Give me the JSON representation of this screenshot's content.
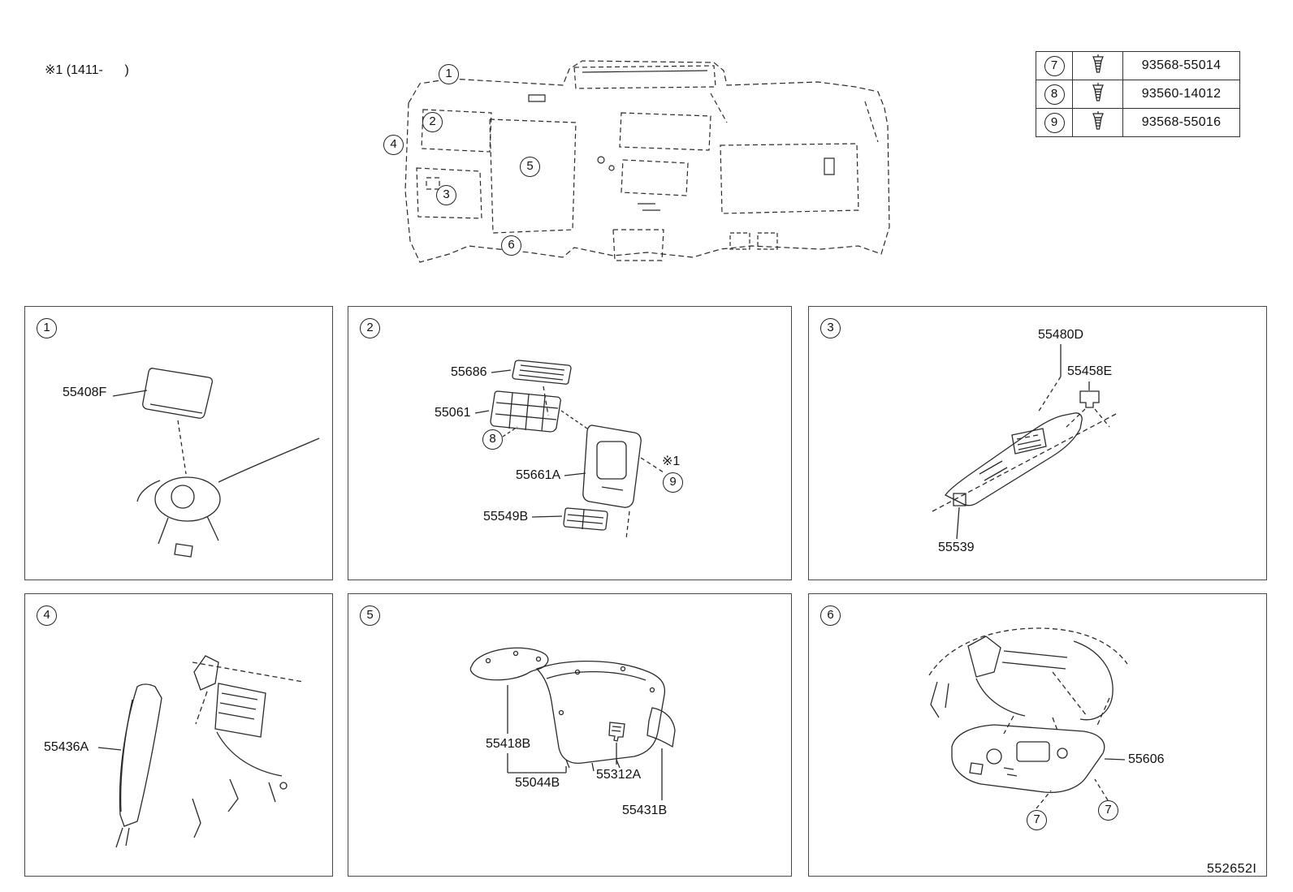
{
  "page": {
    "note": "※1 (1411-      )",
    "doc_number": "552652I"
  },
  "fastener_table": {
    "rows": [
      {
        "ref": "7",
        "icon": "screw-icon",
        "part_number": "93568-55014"
      },
      {
        "ref": "8",
        "icon": "screw-icon",
        "part_number": "93560-14012"
      },
      {
        "ref": "9",
        "icon": "screw-icon",
        "part_number": "93568-55016"
      }
    ]
  },
  "main_diagram": {
    "callout_1": "1",
    "callout_2": "2",
    "callout_3": "3",
    "callout_4": "4",
    "callout_5": "5",
    "callout_6": "6"
  },
  "panel_1": {
    "ref": "1",
    "label_55408F": "55408F"
  },
  "panel_2": {
    "ref": "2",
    "label_55686": "55686",
    "label_55061": "55061",
    "label_55661A": "55661A",
    "label_55549B": "55549B",
    "note_ref": "※1",
    "callout_8": "8",
    "callout_9": "9"
  },
  "panel_3": {
    "ref": "3",
    "label_55480D": "55480D",
    "label_55458E": "55458E",
    "label_55539": "55539"
  },
  "panel_4": {
    "ref": "4",
    "label_55436A": "55436A"
  },
  "panel_5": {
    "ref": "5",
    "label_55418B": "55418B",
    "label_55044B": "55044B",
    "label_55312A": "55312A",
    "label_55431B": "55431B"
  },
  "panel_6": {
    "ref": "6",
    "label_55606": "55606",
    "callout_7a": "7",
    "callout_7b": "7"
  }
}
